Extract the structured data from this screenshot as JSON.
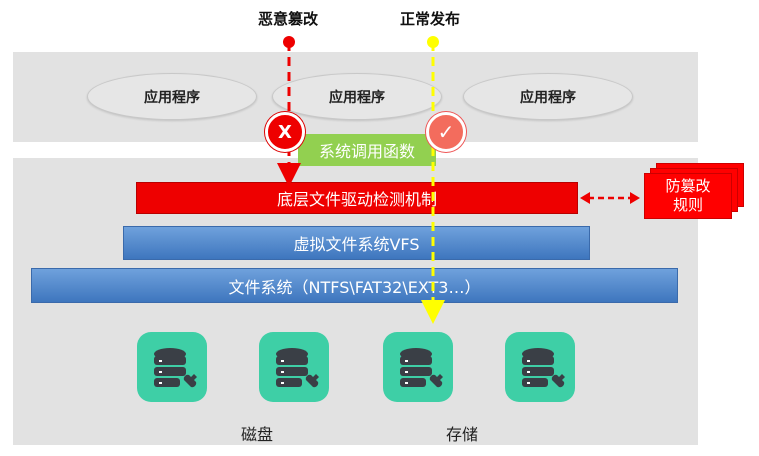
{
  "top_labels": {
    "malicious": "恶意篡改",
    "normal": "正常发布"
  },
  "applications": [
    "应用程序",
    "应用程序",
    "应用程序"
  ],
  "syscall_label": "系统调用函数",
  "driver_label": "底层文件驱动检测机制",
  "vfs_label": "虚拟文件系统VFS",
  "fs_label": "文件系统（NTFS\\FAT32\\EXT3…）",
  "rules_label": [
    "防篡改",
    "规则"
  ],
  "disks": [
    "disk",
    "disk",
    "disk",
    "disk"
  ],
  "bottom_labels": {
    "disk": "磁盘",
    "storage": "存储"
  },
  "status_marks": {
    "reject": "X",
    "accept": "✓"
  },
  "colors": {
    "red": "#ee0000",
    "yellow": "#ffff00",
    "green": "#92d050",
    "teal": "#3ecfa6",
    "blue": "#3e76be"
  }
}
